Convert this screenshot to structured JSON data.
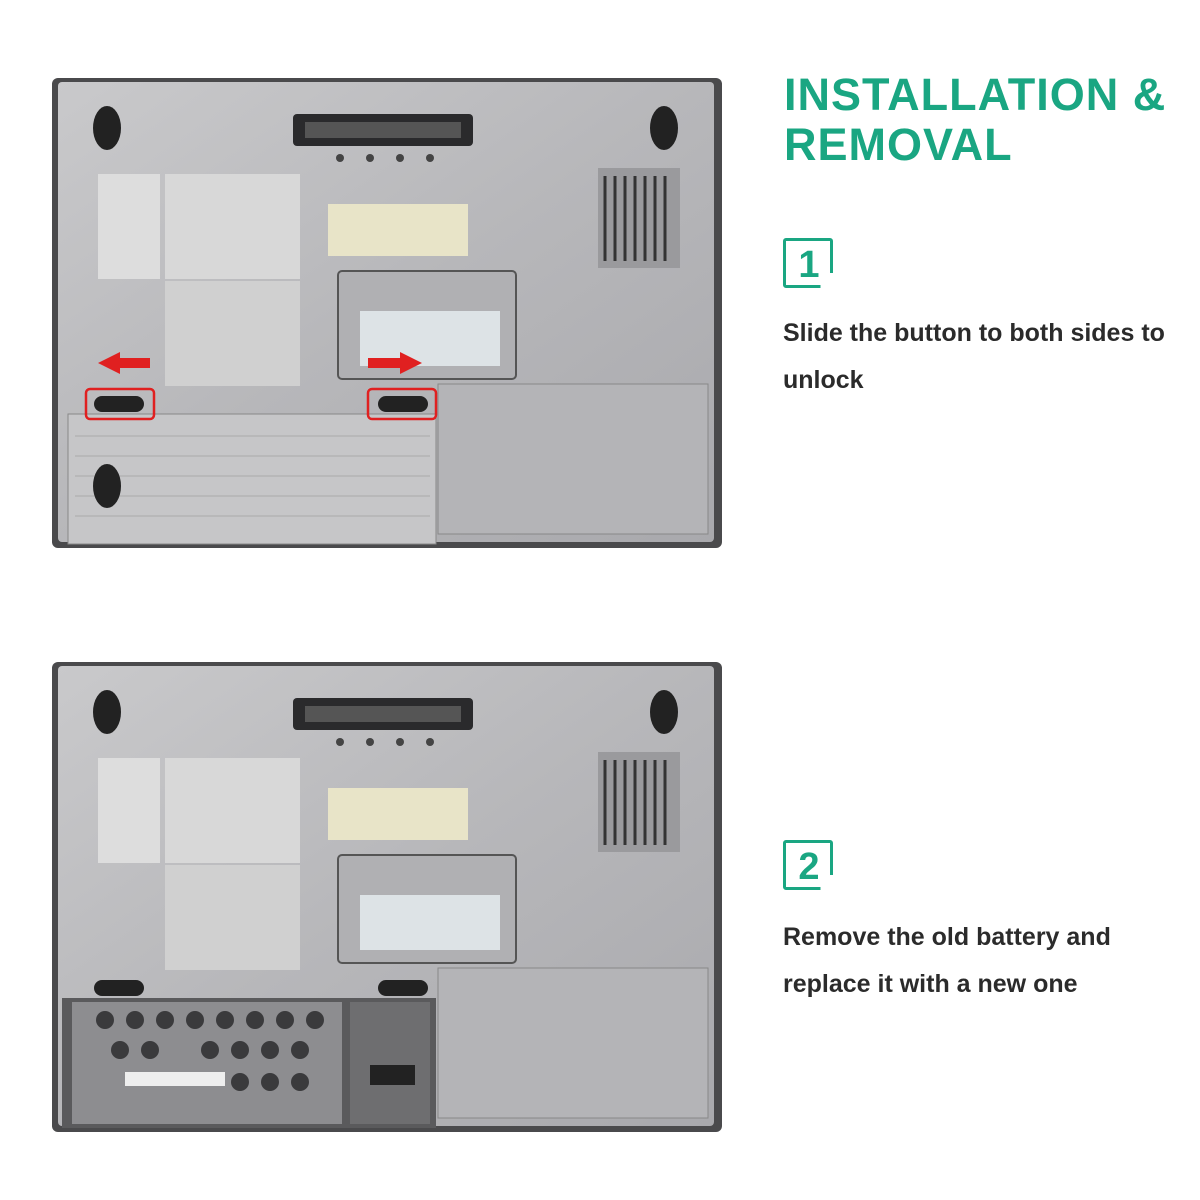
{
  "title": {
    "line1": "INSTALLATION &",
    "line2": "REMOVAL"
  },
  "steps": [
    {
      "number": "1",
      "text": "Slide the button to both sides to unlock"
    },
    {
      "number": "2",
      "text": "Remove the old battery and replace it with a new one"
    }
  ],
  "colors": {
    "accent": "#1aa682",
    "text": "#2b2b2b",
    "highlight": "#e02020"
  }
}
